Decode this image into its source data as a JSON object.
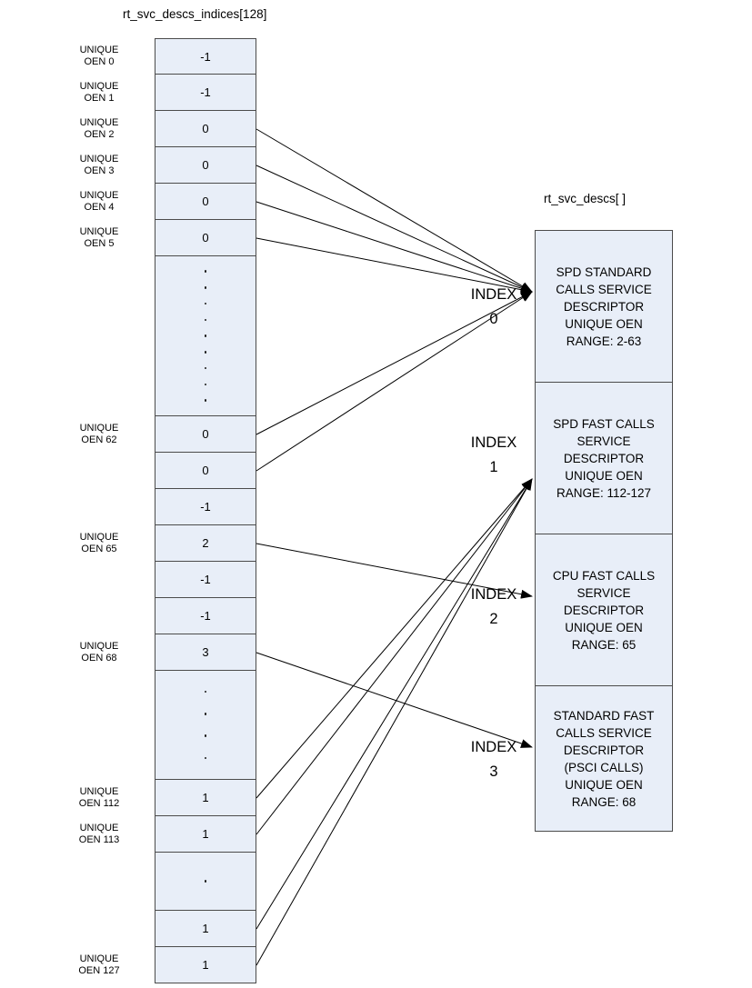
{
  "left_array": {
    "title": "rt_svc_descs_indices[128]",
    "cells": [
      {
        "value": "-1",
        "label": "UNIQUE\nOEN 0",
        "h": 40
      },
      {
        "value": "-1",
        "label": "UNIQUE\nOEN 1",
        "h": 40
      },
      {
        "value": "0",
        "label": "UNIQUE\nOEN 2",
        "h": 40
      },
      {
        "value": "0",
        "label": "UNIQUE\nOEN 3",
        "h": 40
      },
      {
        "value": "0",
        "label": "UNIQUE\nOEN 4",
        "h": 40
      },
      {
        "value": "0",
        "label": "UNIQUE\nOEN 5",
        "h": 40
      },
      {
        "type": "dots",
        "count": 9,
        "h": 176
      },
      {
        "value": "0",
        "label": "UNIQUE\nOEN 62",
        "h": 40
      },
      {
        "value": "0",
        "h": 40
      },
      {
        "value": "-1",
        "h": 40
      },
      {
        "value": "2",
        "label": "UNIQUE\nOEN 65",
        "h": 40
      },
      {
        "value": "-1",
        "h": 40
      },
      {
        "value": "-1",
        "h": 40
      },
      {
        "value": "3",
        "label": "UNIQUE\nOEN 68",
        "h": 40
      },
      {
        "type": "dots",
        "count": 4,
        "h": 120
      },
      {
        "value": "1",
        "label": "UNIQUE\nOEN 112",
        "h": 40
      },
      {
        "value": "1",
        "label": "UNIQUE\nOEN 113",
        "h": 40
      },
      {
        "type": "dots",
        "count": 1,
        "h": 64
      },
      {
        "value": "1",
        "h": 40
      },
      {
        "value": "1",
        "label": "UNIQUE\nOEN 127",
        "h": 40
      }
    ]
  },
  "right_array": {
    "title": "rt_svc_descs[ ]",
    "boxes": [
      {
        "index_label": "INDEX\n0",
        "text": "SPD STANDARD\nCALLS SERVICE\nDESCRIPTOR\nUNIQUE OEN\nRANGE: 2-63"
      },
      {
        "index_label": "INDEX\n1",
        "text": "SPD FAST CALLS\nSERVICE\nDESCRIPTOR\nUNIQUE OEN\nRANGE: 112-127"
      },
      {
        "index_label": "INDEX\n2",
        "text": "CPU FAST CALLS\nSERVICE\nDESCRIPTOR\nUNIQUE OEN\nRANGE: 65"
      },
      {
        "index_label": "INDEX\n3",
        "text": "STANDARD FAST\nCALLS SERVICE\nDESCRIPTOR\n(PSCI CALLS)\nUNIQUE OEN\nRANGE: 68"
      }
    ]
  },
  "connections": [
    {
      "from_cell": 2,
      "to_box": 0
    },
    {
      "from_cell": 3,
      "to_box": 0
    },
    {
      "from_cell": 4,
      "to_box": 0
    },
    {
      "from_cell": 5,
      "to_box": 0
    },
    {
      "from_cell": 7,
      "to_box": 0
    },
    {
      "from_cell": 8,
      "to_box": 0
    },
    {
      "from_cell": 10,
      "to_box": 2
    },
    {
      "from_cell": 13,
      "to_box": 3
    },
    {
      "from_cell": 15,
      "to_box": 1
    },
    {
      "from_cell": 16,
      "to_box": 1
    },
    {
      "from_cell": 18,
      "to_box": 1
    },
    {
      "from_cell": 19,
      "to_box": 1
    }
  ],
  "colors": {
    "cell_fill": "#E8EEF8",
    "border": "#4b4b4b",
    "arrow": "#000000",
    "background": "#ffffff"
  }
}
